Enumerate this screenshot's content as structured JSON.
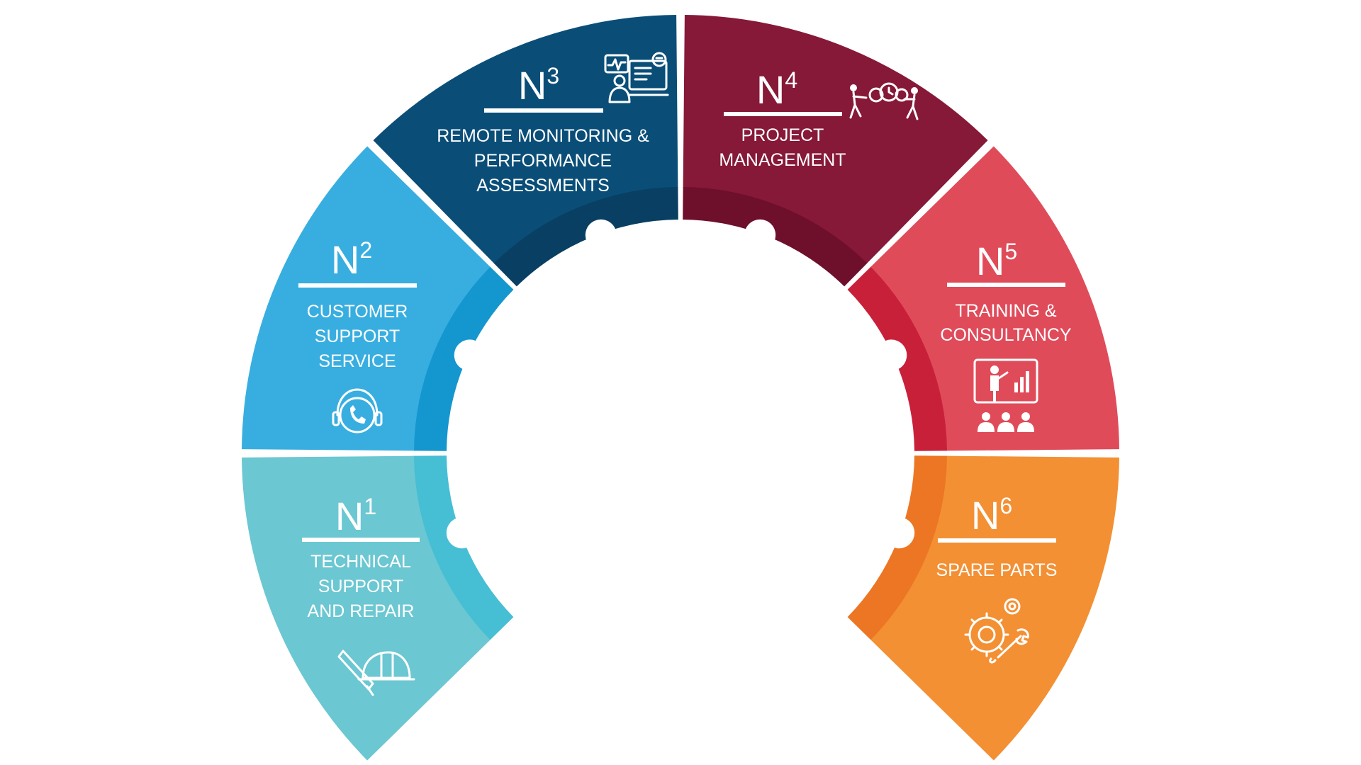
{
  "segments": [
    {
      "key": "n1",
      "prefix": "N",
      "number": "1",
      "label_lines": [
        "TECHNICAL",
        "SUPPORT",
        "AND REPAIR"
      ],
      "icon": "helmet-pencil-icon",
      "color": "#6BC7D2",
      "inner_color": "#46BED4"
    },
    {
      "key": "n2",
      "prefix": "N",
      "number": "2",
      "label_lines": [
        "CUSTOMER",
        "SUPPORT",
        "SERVICE"
      ],
      "icon": "headset-phone-icon",
      "color": "#38AEE0",
      "inner_color": "#1496CF"
    },
    {
      "key": "n3",
      "prefix": "N",
      "number": "3",
      "label_lines": [
        "REMOTE MONITORING &",
        "PERFORMANCE",
        "ASSESSMENTS"
      ],
      "icon": "monitoring-screen-icon",
      "color": "#0A4E78",
      "inner_color": "#083F63"
    },
    {
      "key": "n4",
      "prefix": "N",
      "number": "4",
      "label_lines": [
        "PROJECT",
        "MANAGEMENT"
      ],
      "icon": "team-gears-icon",
      "color": "#861838",
      "inner_color": "#6E0F2C"
    },
    {
      "key": "n5",
      "prefix": "N",
      "number": "5",
      "label_lines": [
        "TRAINING &",
        "CONSULTANCY"
      ],
      "icon": "presentation-board-icon",
      "color": "#E04B5A",
      "inner_color": "#C9203A"
    },
    {
      "key": "n6",
      "prefix": "N",
      "number": "6",
      "label_lines": [
        "SPARE PARTS"
      ],
      "icon": "gears-wrench-icon",
      "color": "#F39033",
      "inner_color": "#EC7623"
    }
  ]
}
